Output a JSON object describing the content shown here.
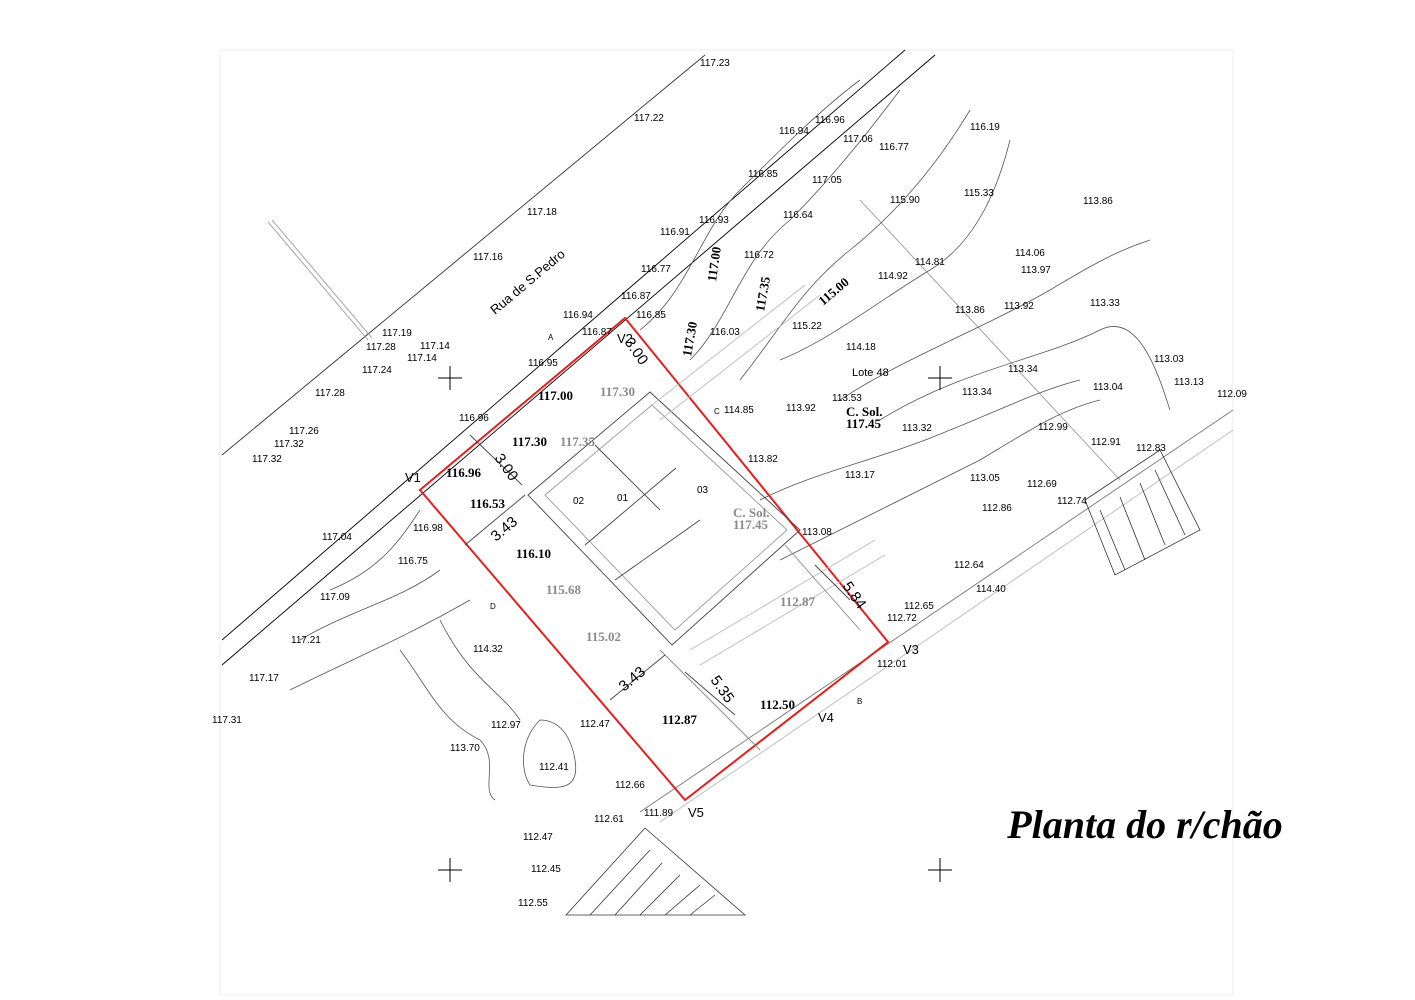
{
  "title": "Planta do r/chão",
  "street_name": "Rua de S.Pedro",
  "lot_label": "Lote 48",
  "colors": {
    "lot_boundary": "#e32020",
    "line": "#000000",
    "gray_text": "#8a8a8a"
  },
  "vertices": [
    "V1",
    "V2",
    "V3",
    "V4",
    "V5"
  ],
  "rooms": [
    "01",
    "02",
    "03"
  ],
  "points": [
    "A",
    "B",
    "C",
    "D"
  ],
  "dimensions": [
    "3.00",
    "3.00",
    "3.43",
    "3.43",
    "5.35",
    "5.84"
  ],
  "contour_labels": [
    "117.00",
    "117.35",
    "117.30",
    "115.00"
  ],
  "spot_heights": [
    {
      "text": "117.00",
      "gray": false
    },
    {
      "text": "117.30",
      "gray": false
    },
    {
      "text": "117.35",
      "gray": true
    },
    {
      "text": "117.30",
      "gray": true
    },
    {
      "text": "116.96",
      "gray": false
    },
    {
      "text": "116.53",
      "gray": false
    },
    {
      "text": "116.10",
      "gray": false
    },
    {
      "text": "115.68",
      "gray": true
    },
    {
      "text": "115.02",
      "gray": true
    },
    {
      "text": "112.87",
      "gray": true
    },
    {
      "text": "112.50",
      "gray": false
    },
    {
      "text": "112.87",
      "gray": false
    }
  ],
  "soleira_labels": [
    {
      "label": "C. Sol.",
      "value": "117.45",
      "gray": true
    },
    {
      "label": "C. Sol.",
      "value": "117.45",
      "gray": false
    }
  ],
  "elevations": [
    "117.23",
    "117.22",
    "117.18",
    "117.16",
    "116.96",
    "116.94",
    "117.06",
    "116.77",
    "116.19",
    "116.85",
    "117.05",
    "115.90",
    "115.33",
    "113.86",
    "116.93",
    "116.64",
    "116.91",
    "116.77",
    "116.72",
    "114.81",
    "114.92",
    "114.06",
    "113.97",
    "116.87",
    "116.94",
    "116.85",
    "116.87",
    "116.03",
    "115.22",
    "113.86",
    "113.92",
    "113.33",
    "117.19",
    "117.28",
    "117.14",
    "117.14",
    "117.24",
    "116.95",
    "114.18",
    "113.03",
    "113.34",
    "117.28",
    "113.04",
    "113.13",
    "112.09",
    "113.34",
    "113.53",
    "113.92",
    "114.85",
    "116.96",
    "113.32",
    "117.26",
    "117.32",
    "117.32",
    "112.99",
    "112.91",
    "112.83",
    "113.82",
    "113.17",
    "113.05",
    "112.69",
    "112.74",
    "112.86",
    "116.98",
    "113.08",
    "117.04",
    "116.75",
    "112.64",
    "114.40",
    "117.09",
    "112.65",
    "112.72",
    "117.21",
    "114.32",
    "112.01",
    "117.17",
    "117.31",
    "112.97",
    "112.47",
    "113.70",
    "112.41",
    "112.66",
    "112.61",
    "111.89",
    "112.47",
    "112.45",
    "112.55"
  ]
}
